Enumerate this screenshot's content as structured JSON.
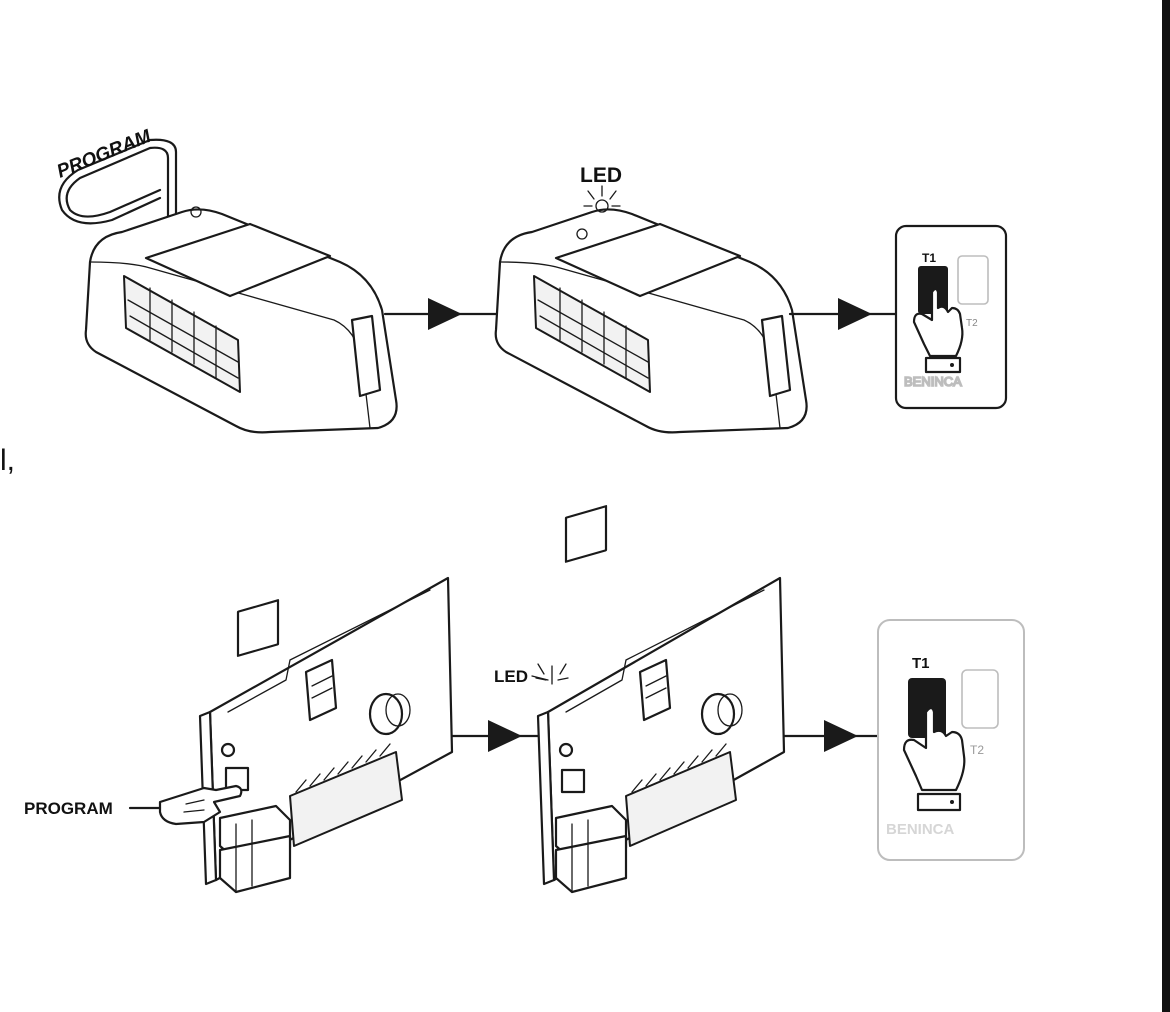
{
  "labels": {
    "program_top": "PROGRAM",
    "led_top": "LED",
    "led_bottom": "LED",
    "program_bottom": "PROGRAM",
    "remote_top_t1": "T1",
    "remote_top_t2": "T2",
    "remote_bottom_t1": "T1",
    "remote_bottom_t2": "T2",
    "cut_char": "l,"
  }
}
